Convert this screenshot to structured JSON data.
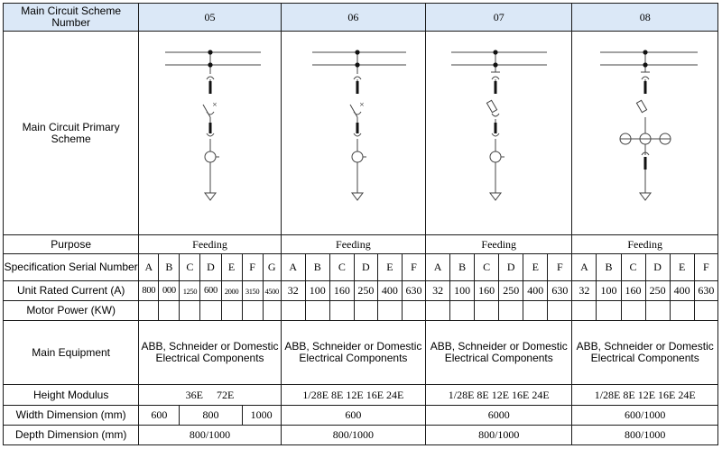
{
  "row_labels": {
    "scheme_number": "Main Circuit Scheme Number",
    "primary_scheme": "Main Circuit Primary Scheme",
    "purpose": "Purpose",
    "serial": "Specification Serial Number",
    "rated_current": "Unit Rated Current (A)",
    "motor_power": "Motor Power (KW)",
    "main_equipment": "Main Equipment",
    "height_modulus": "Height Modulus",
    "width": "Width Dimension (mm)",
    "depth": "Depth Dimension (mm)"
  },
  "schemes": [
    {
      "number": "05",
      "purpose": "Feeding",
      "serials": [
        "A",
        "B",
        "C",
        "D",
        "E",
        "F",
        "G"
      ],
      "currents": [
        "800",
        "000",
        "1250",
        "600",
        "2000",
        "3150",
        "4500"
      ],
      "equipment": "ABB, Schneider or Domestic Electrical Components",
      "height": [
        "36E",
        "72E"
      ],
      "width": [
        "600",
        "800",
        "1000"
      ],
      "depth": "800/1000"
    },
    {
      "number": "06",
      "purpose": "Feeding",
      "serials": [
        "A",
        "B",
        "C",
        "D",
        "E",
        "F"
      ],
      "currents": [
        "32",
        "100",
        "160",
        "250",
        "400",
        "630"
      ],
      "equipment": "ABB, Schneider or Domestic Electrical Components",
      "height": "1/28E 8E 12E 16E 24E",
      "width": "600",
      "depth": "800/1000"
    },
    {
      "number": "07",
      "purpose": "Feeding",
      "serials": [
        "A",
        "B",
        "C",
        "D",
        "E",
        "F"
      ],
      "currents": [
        "32",
        "100",
        "160",
        "250",
        "400",
        "630"
      ],
      "equipment": "ABB, Schneider or Domestic Electrical Components",
      "height": "1/28E 8E 12E 16E 24E",
      "width": "6000",
      "depth": "800/1000"
    },
    {
      "number": "08",
      "purpose": "Feeding",
      "serials": [
        "A",
        "B",
        "C",
        "D",
        "E",
        "F"
      ],
      "currents": [
        "32",
        "100",
        "160",
        "250",
        "400",
        "630"
      ],
      "equipment": "ABB, Schneider or Domestic Electrical Components",
      "height": "1/28E 8E 12E 16E 24E",
      "width": "600/1000",
      "depth": "800/1000"
    }
  ]
}
